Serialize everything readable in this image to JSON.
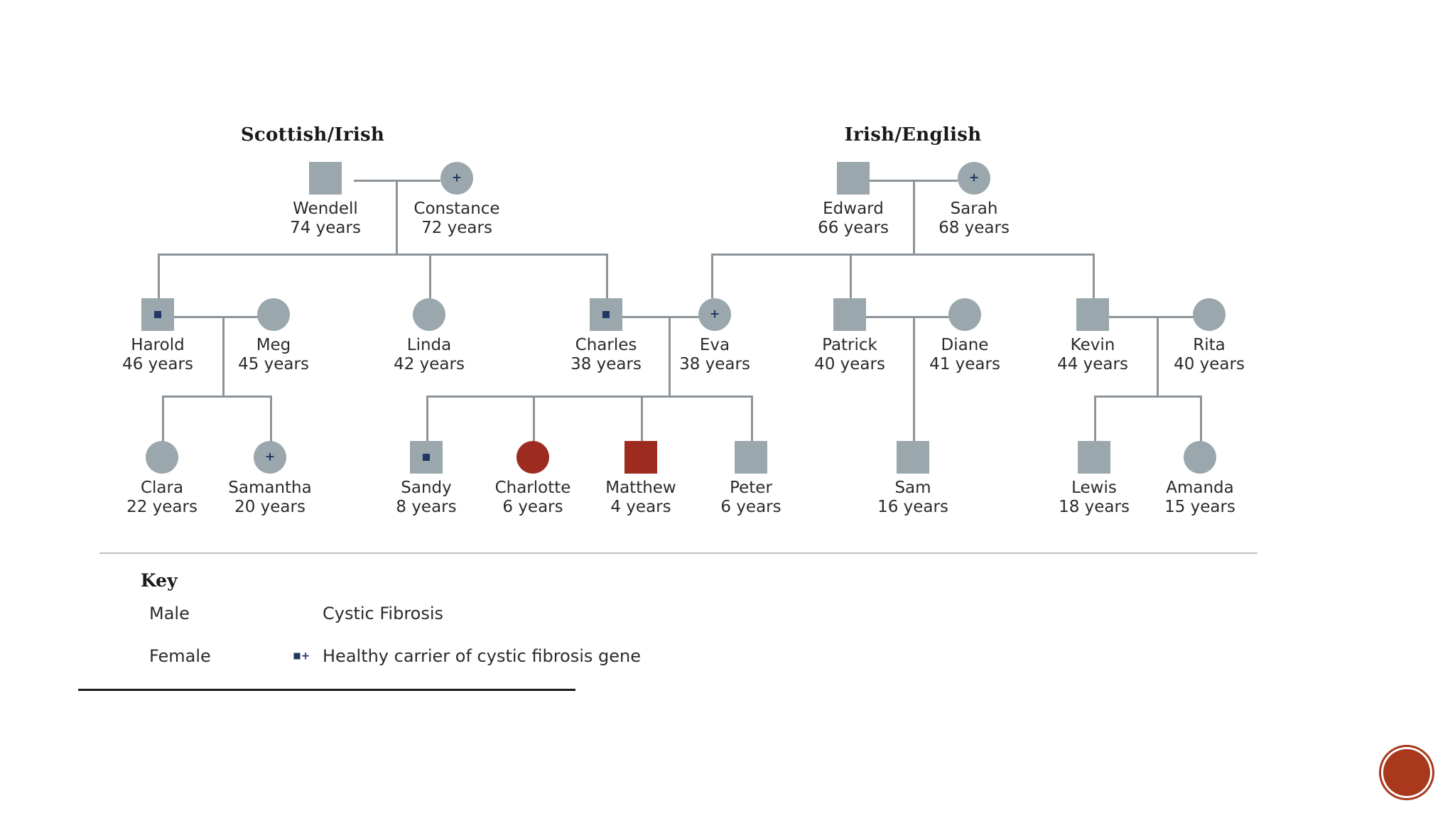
{
  "diagram": {
    "type": "pedigree-chart",
    "group_titles": [
      {
        "id": "left",
        "text": "Scottish/Irish"
      },
      {
        "id": "right",
        "text": "Irish/English"
      }
    ],
    "generations": [
      {
        "id": "gen1",
        "people": [
          {
            "id": "wendell",
            "name": "Wendell",
            "age": "74 years",
            "sex": "male",
            "status": "unaffected"
          },
          {
            "id": "constance",
            "name": "Constance",
            "age": "72 years",
            "sex": "female",
            "status": "carrier"
          },
          {
            "id": "edward",
            "name": "Edward",
            "age": "66 years",
            "sex": "male",
            "status": "unaffected"
          },
          {
            "id": "sarah",
            "name": "Sarah",
            "age": "68 years",
            "sex": "female",
            "status": "carrier"
          }
        ]
      },
      {
        "id": "gen2",
        "people": [
          {
            "id": "harold",
            "name": "Harold",
            "age": "46 years",
            "sex": "male",
            "status": "carrier"
          },
          {
            "id": "meg",
            "name": "Meg",
            "age": "45 years",
            "sex": "female",
            "status": "unaffected"
          },
          {
            "id": "linda",
            "name": "Linda",
            "age": "42 years",
            "sex": "female",
            "status": "unaffected"
          },
          {
            "id": "charles",
            "name": "Charles",
            "age": "38 years",
            "sex": "male",
            "status": "carrier"
          },
          {
            "id": "eva",
            "name": "Eva",
            "age": "38 years",
            "sex": "female",
            "status": "carrier"
          },
          {
            "id": "patrick",
            "name": "Patrick",
            "age": "40 years",
            "sex": "male",
            "status": "unaffected"
          },
          {
            "id": "diane",
            "name": "Diane",
            "age": "41 years",
            "sex": "female",
            "status": "unaffected"
          },
          {
            "id": "kevin",
            "name": "Kevin",
            "age": "44 years",
            "sex": "male",
            "status": "unaffected"
          },
          {
            "id": "rita",
            "name": "Rita",
            "age": "40 years",
            "sex": "female",
            "status": "unaffected"
          }
        ]
      },
      {
        "id": "gen3",
        "people": [
          {
            "id": "clara",
            "name": "Clara",
            "age": "22 years",
            "sex": "female",
            "status": "unaffected"
          },
          {
            "id": "samantha",
            "name": "Samantha",
            "age": "20 years",
            "sex": "female",
            "status": "carrier"
          },
          {
            "id": "sandy",
            "name": "Sandy",
            "age": "8 years",
            "sex": "male",
            "status": "carrier"
          },
          {
            "id": "charlotte",
            "name": "Charlotte",
            "age": "6 years",
            "sex": "female",
            "status": "affected"
          },
          {
            "id": "matthew",
            "name": "Matthew",
            "age": "4 years",
            "sex": "male",
            "status": "affected"
          },
          {
            "id": "peter",
            "name": "Peter",
            "age": "6 years",
            "sex": "male",
            "status": "unaffected"
          },
          {
            "id": "sam",
            "name": "Sam",
            "age": "16 years",
            "sex": "male",
            "status": "unaffected"
          },
          {
            "id": "lewis",
            "name": "Lewis",
            "age": "18 years",
            "sex": "male",
            "status": "unaffected"
          },
          {
            "id": "amanda",
            "name": "Amanda",
            "age": "15 years",
            "sex": "female",
            "status": "unaffected"
          }
        ]
      }
    ]
  },
  "key": {
    "title": "Key",
    "entries": [
      {
        "id": "male",
        "label": "Male",
        "shapes": [
          "square"
        ],
        "status": "unaffected"
      },
      {
        "id": "female",
        "label": "Female",
        "shapes": [
          "circle"
        ],
        "status": "unaffected"
      },
      {
        "id": "cf",
        "label": "Cystic Fibrosis",
        "shapes": [
          "square",
          "circle"
        ],
        "status": "affected"
      },
      {
        "id": "carrier",
        "label": "Healthy carrier of cystic fibrosis gene",
        "shapes": [
          "square",
          "circle"
        ],
        "status": "carrier"
      }
    ]
  },
  "colors": {
    "symbol_gray": "#9aa7ad",
    "affected_red": "#9e2b20",
    "carrier_mark": "#1f3864",
    "line_gray": "#8d9499",
    "text": "#2b2b2b",
    "watermark": "#a8391c"
  },
  "marks": {
    "carrier_male": "carrier-square-mark",
    "carrier_female": "+"
  }
}
